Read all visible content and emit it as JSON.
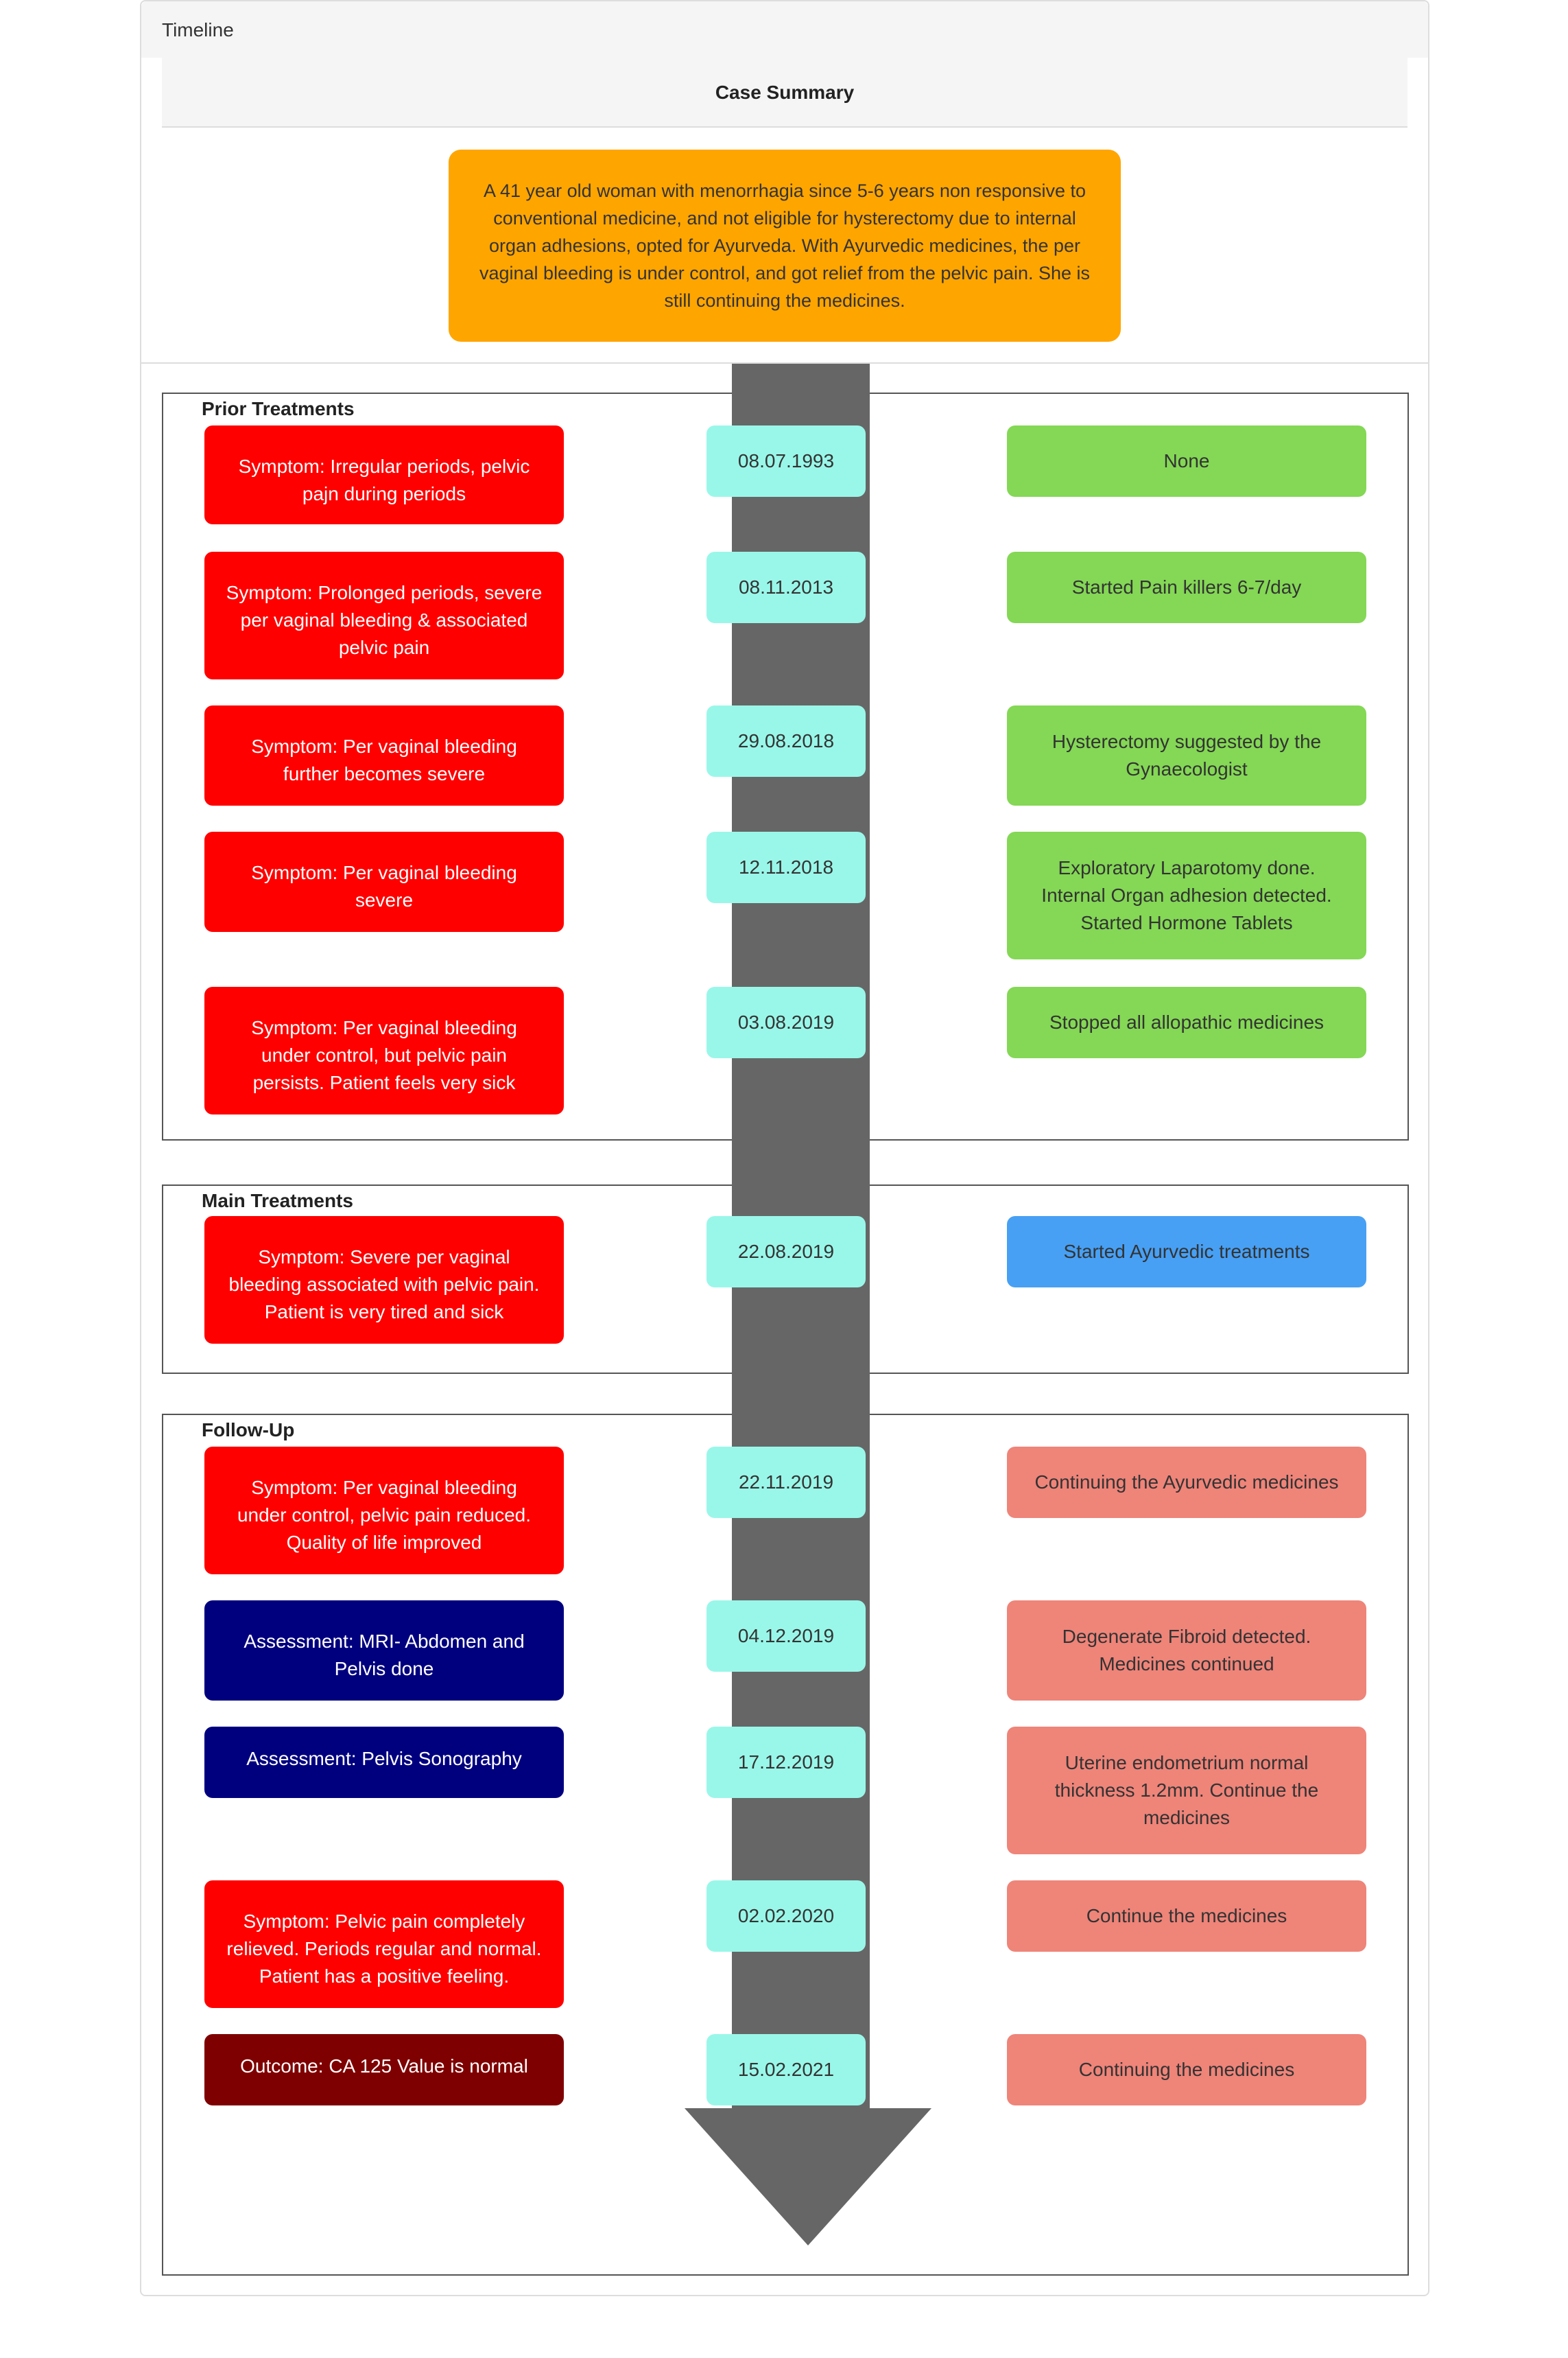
{
  "panel": {
    "title": "Timeline"
  },
  "summary": {
    "heading": "Case Summary",
    "text": "A 41 year old woman with menorrhagia since 5-6 years non responsive to conventional medicine, and not eligible for hysterectomy due to internal organ adhesions, opted for Ayurveda. With Ayurvedic medicines, the per vaginal bleeding is under control, and got relief from the pelvic pain. She is still continuing the medicines.",
    "color": "#ffa500"
  },
  "colors": {
    "symptom": "#ff0000",
    "assessment": "#00007f",
    "outcome": "#7f0000",
    "date": "#99f7e9",
    "prior_treatment": "#84d855",
    "main_treatment": "#47a0f4",
    "followup_treatment": "#ef8479",
    "arrow": "#666666"
  },
  "sections": [
    {
      "title": "Prior Treatments",
      "entries": [
        {
          "event": "Symptom: Irregular periods, pelvic pajn during periods",
          "date": "08.07.1993",
          "treatment": "None"
        },
        {
          "event": "Symptom: Prolonged periods, severe per vaginal bleeding & associated pelvic pain",
          "date": "08.11.2013",
          "treatment": "Started Pain killers 6-7/day"
        },
        {
          "event": "Symptom: Per vaginal bleeding further becomes severe",
          "date": "29.08.2018",
          "treatment": "Hysterectomy suggested by the Gynaecologist"
        },
        {
          "event": "Symptom: Per vaginal bleeding severe",
          "date": "12.11.2018",
          "treatment": "Exploratory Laparotomy done. Internal Organ adhesion detected. Started Hormone Tablets"
        },
        {
          "event": "Symptom: Per vaginal bleeding under control, but pelvic pain persists. Patient feels very sick",
          "date": "03.08.2019",
          "treatment": "Stopped all allopathic medicines"
        }
      ]
    },
    {
      "title": "Main Treatments",
      "entries": [
        {
          "event": "Symptom: Severe per vaginal bleeding associated with pelvic pain. Patient is very tired and sick",
          "date": "22.08.2019",
          "treatment": "Started Ayurvedic treatments"
        }
      ]
    },
    {
      "title": "Follow-Up",
      "entries": [
        {
          "event": "Symptom: Per vaginal bleeding under control, pelvic pain reduced. Quality of life improved",
          "date": "22.11.2019",
          "treatment": "Continuing the Ayurvedic medicines"
        },
        {
          "event": "Assessment: MRI- Abdomen and Pelvis done",
          "date": "04.12.2019",
          "treatment": "Degenerate Fibroid detected. Medicines continued"
        },
        {
          "event": "Assessment: Pelvis Sonography",
          "date": "17.12.2019",
          "treatment": "Uterine endometrium normal thickness 1.2mm. Continue the medicines"
        },
        {
          "event": "Symptom: Pelvic pain completely relieved. Periods regular and normal. Patient has a positive feeling.",
          "date": "02.02.2020",
          "treatment": "Continue the medicines"
        },
        {
          "event": "Outcome: CA 125 Value is normal",
          "date": "15.02.2021",
          "treatment": "Continuing the medicines"
        }
      ]
    }
  ]
}
